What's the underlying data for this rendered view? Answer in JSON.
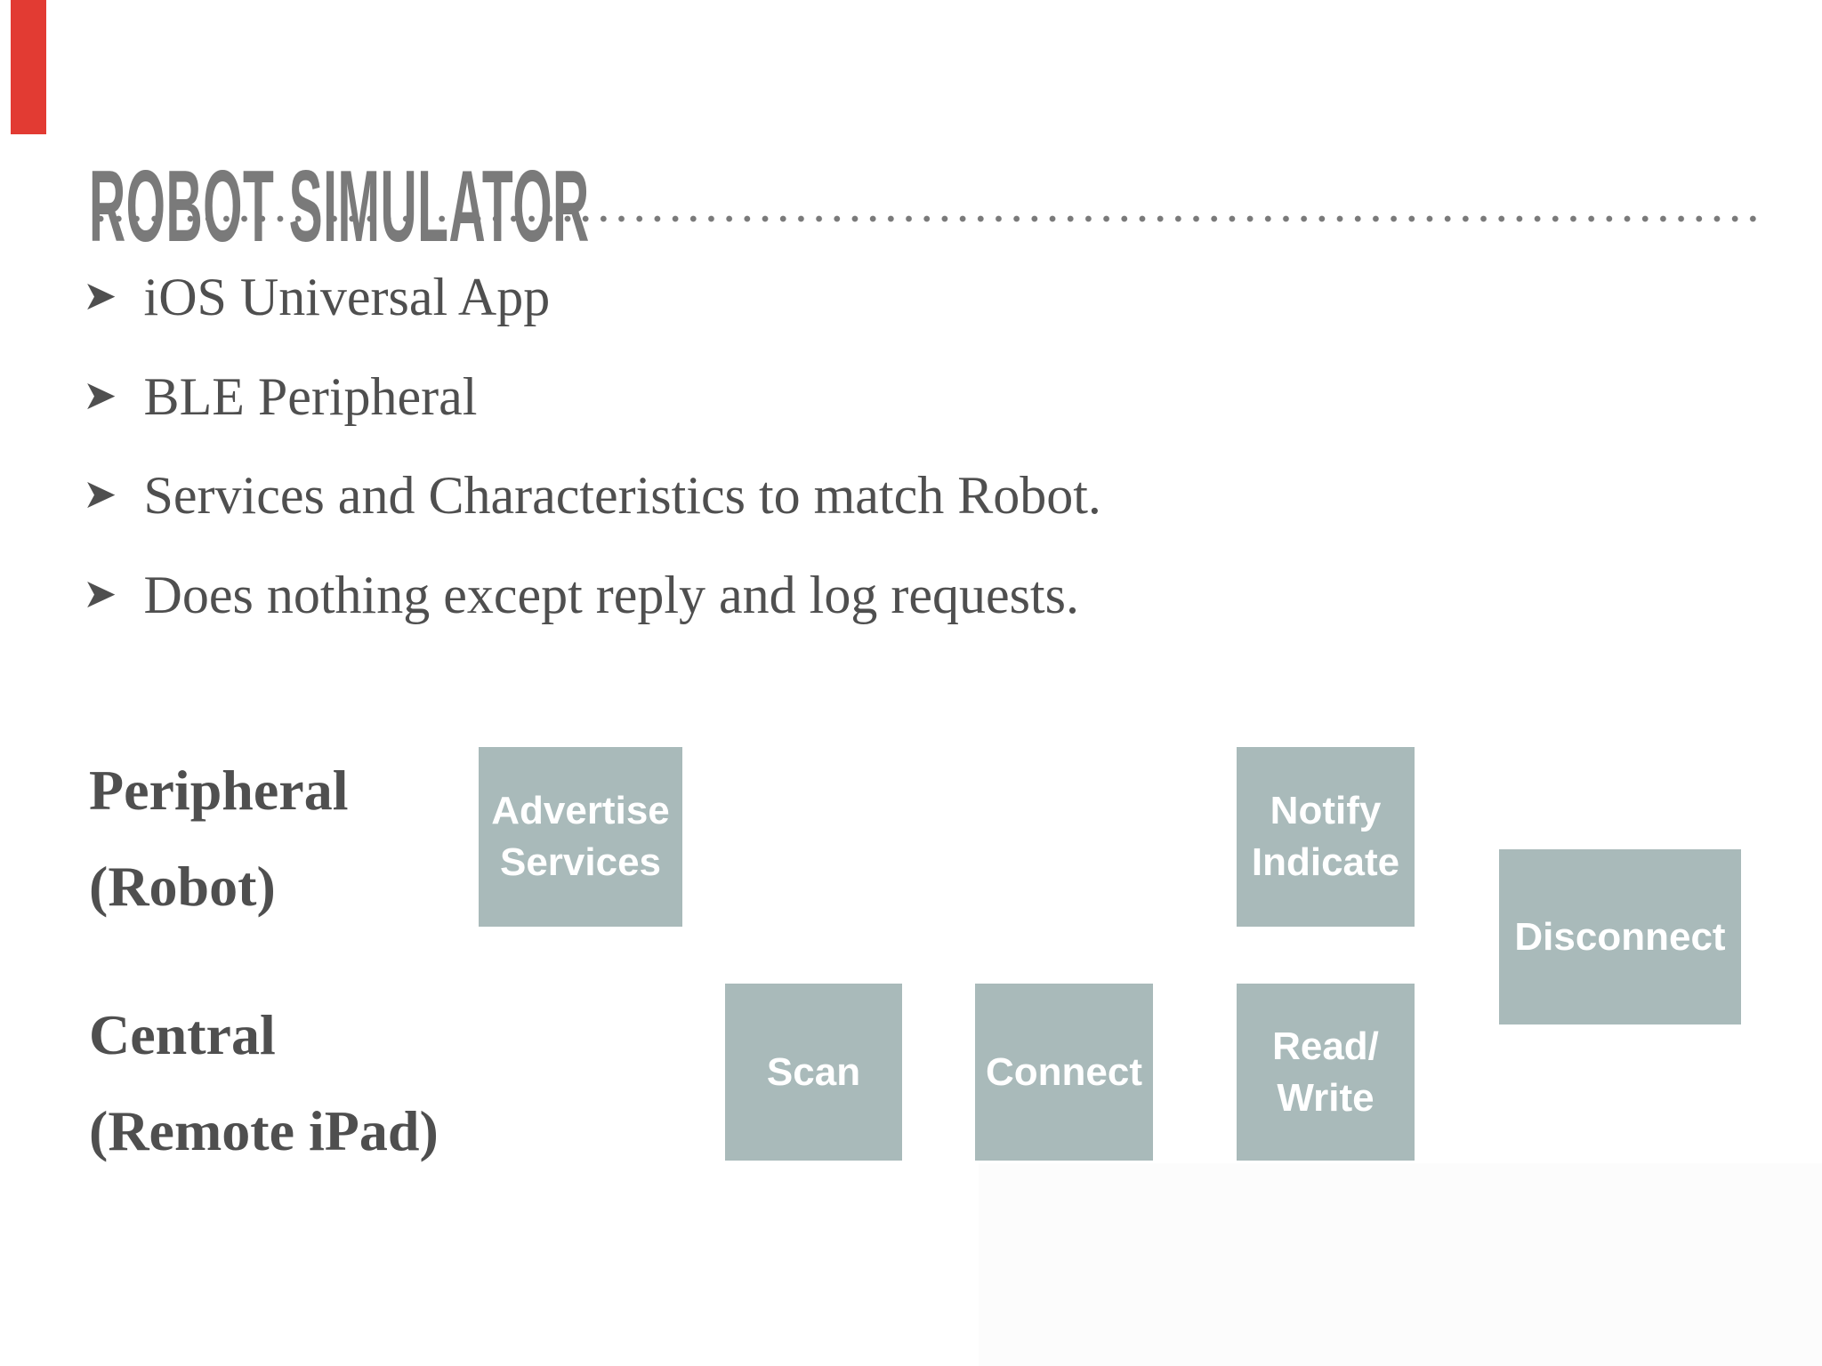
{
  "slide": {
    "title": "ROBOT SIMULATOR",
    "bullet_marker": "➤",
    "bullets": [
      "iOS Universal App",
      "BLE Peripheral",
      "Services and Characteristics to match Robot.",
      "Does nothing except reply and log requests."
    ],
    "diagram": {
      "peripheral_label": {
        "line1": "Peripheral",
        "line2": "(Robot)"
      },
      "central_label": {
        "line1": "Central",
        "line2": "(Remote iPad)"
      },
      "boxes": [
        {
          "name": "advertise-services",
          "lines": [
            "Advertise",
            "Services"
          ]
        },
        {
          "name": "notify-indicate",
          "lines": [
            "Notify",
            "Indicate"
          ]
        },
        {
          "name": "disconnect",
          "lines": [
            "Disconnect"
          ]
        },
        {
          "name": "scan",
          "lines": [
            "Scan"
          ]
        },
        {
          "name": "connect",
          "lines": [
            "Connect"
          ]
        },
        {
          "name": "read-write",
          "lines": [
            "Read/",
            "Write"
          ]
        }
      ]
    },
    "colors": {
      "background": "#ffffff",
      "accent_red": "#e23b33",
      "title_gray": "#7a7a7a",
      "dot_gray": "#7a7a7a",
      "text_dark": "#4f4f4f",
      "box_fill": "#a9baba",
      "box_text": "#ffffff",
      "subtle_panel": "#fcfcfc"
    }
  }
}
